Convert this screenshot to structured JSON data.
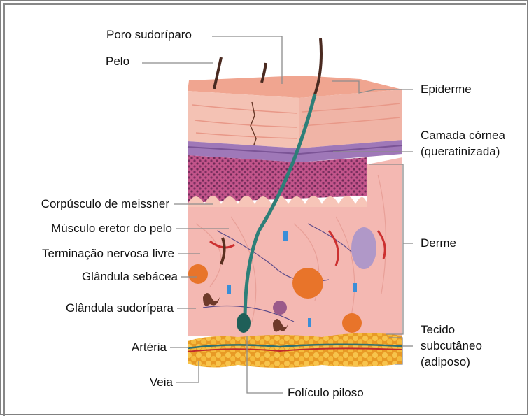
{
  "labels": {
    "poro_sudoriparo": "Poro sudoríparo",
    "pelo": "Pelo",
    "epiderme": "Epiderme",
    "camada_cornea_1": "Camada córnea",
    "camada_cornea_2": "(queratinizada)",
    "corpusculo": "Corpúsculo de meissner",
    "musculo": "Músculo eretor do pelo",
    "terminacao": "Terminação nervosa livre",
    "derme": "Derme",
    "sebacea": "Glândula sebácea",
    "sudoripara": "Glândula sudorípara",
    "tecido_1": "Tecido",
    "tecido_2": "subcutâneo",
    "tecido_3": "(adiposo)",
    "arteria": "Artéria",
    "veia": "Veia",
    "foliculo": "Folículo piloso"
  },
  "colors": {
    "epidermis": "#f2b0a0",
    "cornea_band": "#9f78b8",
    "papillary": "#c2548a",
    "dermis": "#f4b8b2",
    "fat": "#f2b23a",
    "hair": "#4a2a20",
    "follicle": "#2d7f78",
    "leader": "#8c8c8c"
  }
}
